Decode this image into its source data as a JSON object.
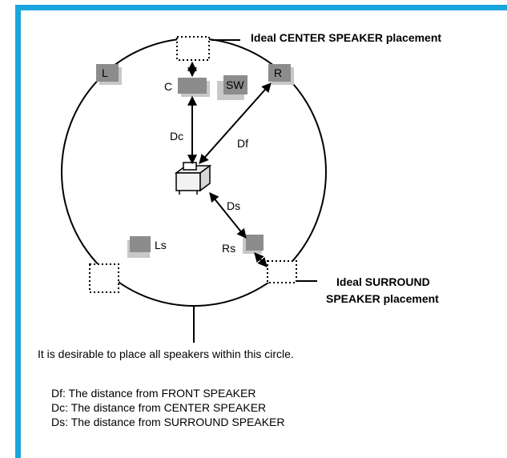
{
  "frame_color": "#1aa5dc",
  "speaker_colors": {
    "front": "#8c8c8c",
    "shadow": "#c8c8c8"
  },
  "callouts": {
    "center_placement": "Ideal CENTER SPEAKER placement",
    "surround_placement_line1": "Ideal SURROUND",
    "surround_placement_line2": "SPEAKER placement"
  },
  "speakers": {
    "left": "L",
    "right": "R",
    "center": "C",
    "subwoofer": "SW",
    "left_surround": "Ls",
    "right_surround": "Rs"
  },
  "distances": {
    "df": "Df",
    "dc": "Dc",
    "ds": "Ds"
  },
  "circle_note": "It is desirable to place all speakers within this circle.",
  "legend": [
    "Df: The distance from FRONT SPEAKER",
    "Dc: The distance from CENTER SPEAKER",
    "Ds: The distance from SURROUND SPEAKER"
  ],
  "icons": {
    "listener": "listening-position-icon"
  }
}
